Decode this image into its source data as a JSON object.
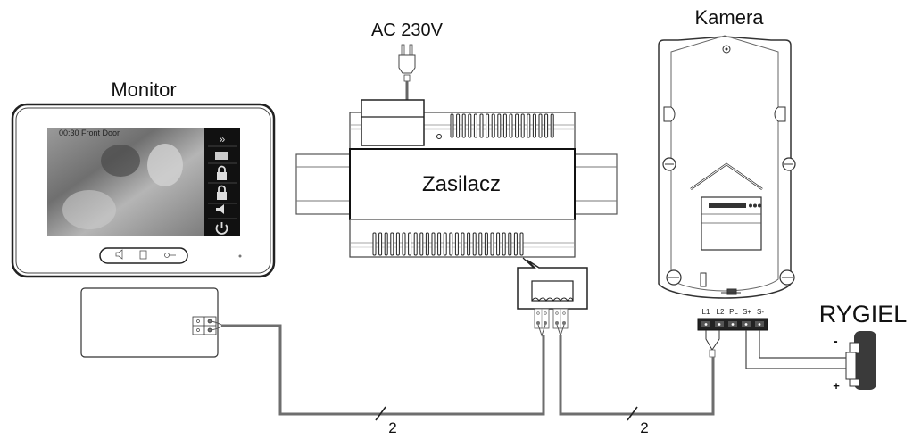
{
  "monitor": {
    "title": "Monitor",
    "screen_overlay": "00:30  Front Door",
    "side_icons": [
      "forward-icon",
      "camera-icon",
      "unlock-1-icon",
      "unlock-2-icon",
      "speaker-icon",
      "power-icon"
    ],
    "bottom_icons": [
      "talk-icon",
      "memo-icon",
      "key-icon"
    ]
  },
  "power_supply": {
    "title": "Zasilacz",
    "input_label": "AC 230V"
  },
  "camera": {
    "title": "Kamera",
    "terminals": [
      "L1",
      "L2",
      "PL",
      "S+",
      "S-"
    ]
  },
  "lock": {
    "title": "RYGIEL",
    "minus": "-",
    "plus": "+"
  },
  "wires": {
    "count_left": "2",
    "count_right": "2"
  },
  "colors": {
    "wire": "#6e6e6e",
    "outline": "#222222",
    "screen_panel": "#111111"
  }
}
